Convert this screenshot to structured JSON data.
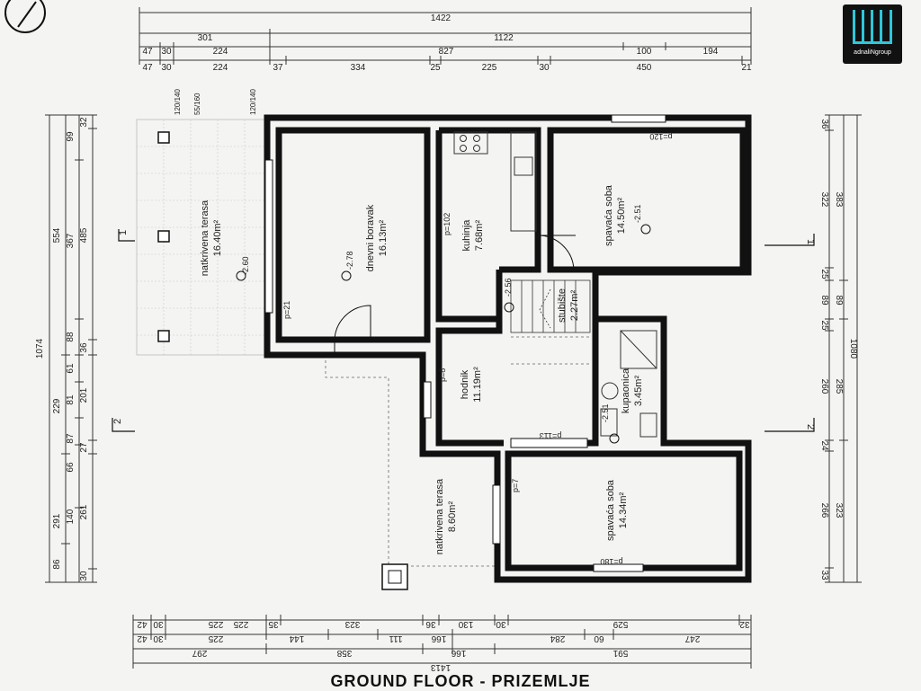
{
  "floor_title": "GROUND FLOOR - PRIZEMLJE",
  "logo": {
    "text": "adnaliNgroup"
  },
  "rooms": [
    {
      "name": "natkrivena terasa",
      "area": "16.40m²",
      "level": "-2.60"
    },
    {
      "name": "dnevni boravak",
      "area": "16.13m²",
      "level": "-2.78"
    },
    {
      "name": "kuhinja",
      "area": "7.68m²",
      "tag": "p=102"
    },
    {
      "name": "spavaća soba",
      "area": "14.50m²",
      "level": "-2.51",
      "tag": "p=120"
    },
    {
      "name": "stubište",
      "area": "2.27m²",
      "level": "-2.56"
    },
    {
      "name": "hodnik",
      "area": "11.19m²",
      "tag": "p=8"
    },
    {
      "name": "kupaonica",
      "area": "3.45m²",
      "level": "-2.51",
      "tag": "p=113"
    },
    {
      "name": "spavaća soba",
      "area": "14.34m²",
      "tag": "p=180"
    },
    {
      "name": "natkrivena terasa",
      "area": "8.60m²",
      "tag": "p=7"
    }
  ],
  "wall_tags": [
    "p=21",
    "120/140",
    "55/160",
    "120/140"
  ],
  "section_marks": {
    "one": "1",
    "two": "2"
  },
  "dims_top": {
    "row1": [
      "1422"
    ],
    "row2": [
      "301",
      "1122"
    ],
    "row3": [
      "47",
      "30",
      "224",
      "827",
      "100",
      "194"
    ],
    "row4": [
      "47",
      "30",
      "224",
      "37",
      "334",
      "25",
      "225",
      "30",
      "450",
      "21"
    ]
  },
  "dims_bottom": {
    "row1": [
      "42",
      "30",
      "225",
      "225",
      "35",
      "323",
      "36",
      "130",
      "30",
      "529",
      "32"
    ],
    "row2": [
      "42",
      "30",
      "225",
      "144",
      "111",
      "166",
      "284",
      "60",
      "247"
    ],
    "row3": [
      "297",
      "358",
      "166",
      "591"
    ],
    "row4": [
      "1413"
    ]
  },
  "dims_left": {
    "row1": [
      "1074"
    ],
    "row2": [
      "554",
      "229",
      "291",
      "86"
    ],
    "row3": [
      "99",
      "367",
      "88",
      "61",
      "81",
      "66",
      "140"
    ],
    "row4": [
      "32",
      "485",
      "36",
      "201",
      "87",
      "27",
      "261",
      "30"
    ]
  },
  "dims_right": {
    "row1": [
      "36",
      "322",
      "25",
      "89",
      "25",
      "260",
      "24",
      "266",
      "33"
    ],
    "row2": [
      "383",
      "89",
      "285",
      "323"
    ],
    "row3": [
      "1080"
    ]
  }
}
